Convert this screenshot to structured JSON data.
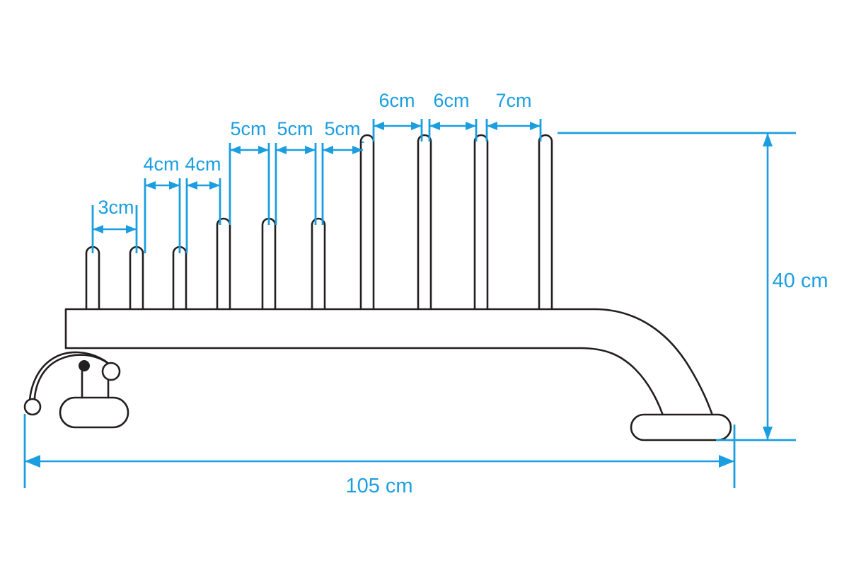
{
  "drawing": {
    "title": "Hay rake tine bar technical drawing",
    "accent_color": "#1b9ee0",
    "line_color": "#231f20",
    "background_color": "#ffffff",
    "units": "cm"
  },
  "dimensions": {
    "overall_length": {
      "label": "105 cm",
      "value": 105,
      "unit": "cm",
      "orientation": "horizontal",
      "name": "overall-length"
    },
    "overall_height": {
      "label": "40 cm",
      "value": 40,
      "unit": "cm",
      "orientation": "vertical",
      "name": "overall-height"
    },
    "spacings": [
      {
        "label": "3cm",
        "value": 3,
        "unit": "cm",
        "between": "tine-1-to-tine-2"
      },
      {
        "label": "4cm",
        "value": 4,
        "unit": "cm",
        "between": "tine-2-to-tine-3"
      },
      {
        "label": "4cm",
        "value": 4,
        "unit": "cm",
        "between": "tine-3-to-tine-4"
      },
      {
        "label": "5cm",
        "value": 5,
        "unit": "cm",
        "between": "tine-4-to-tine-5"
      },
      {
        "label": "5cm",
        "value": 5,
        "unit": "cm",
        "between": "tine-5-to-tine-6"
      },
      {
        "label": "5cm",
        "value": 5,
        "unit": "cm",
        "between": "tine-6-to-tine-7"
      },
      {
        "label": "6cm",
        "value": 6,
        "unit": "cm",
        "between": "tine-7-to-tine-8"
      },
      {
        "label": "6cm",
        "value": 6,
        "unit": "cm",
        "between": "tine-8-to-tine-9"
      },
      {
        "label": "7cm",
        "value": 7,
        "unit": "cm",
        "between": "tine-9-to-tine-10"
      }
    ]
  },
  "tines": [
    {
      "index": 1,
      "height_group": "short"
    },
    {
      "index": 2,
      "height_group": "short"
    },
    {
      "index": 3,
      "height_group": "short"
    },
    {
      "index": 4,
      "height_group": "medium"
    },
    {
      "index": 5,
      "height_group": "medium"
    },
    {
      "index": 6,
      "height_group": "medium"
    },
    {
      "index": 7,
      "height_group": "tall"
    },
    {
      "index": 8,
      "height_group": "tall"
    },
    {
      "index": 9,
      "height_group": "tall"
    },
    {
      "index": 10,
      "height_group": "tall"
    }
  ],
  "parts": {
    "main_bar": "main-bar",
    "curved_tail": "curved-tail",
    "right_foot": "right-foot-pad",
    "left_foot": "left-foot-pad",
    "hook_arm": "curved-hook-arm",
    "pivot": "pivot-point",
    "roller": "roller-circle",
    "hook_eye": "hook-eye-circle"
  }
}
